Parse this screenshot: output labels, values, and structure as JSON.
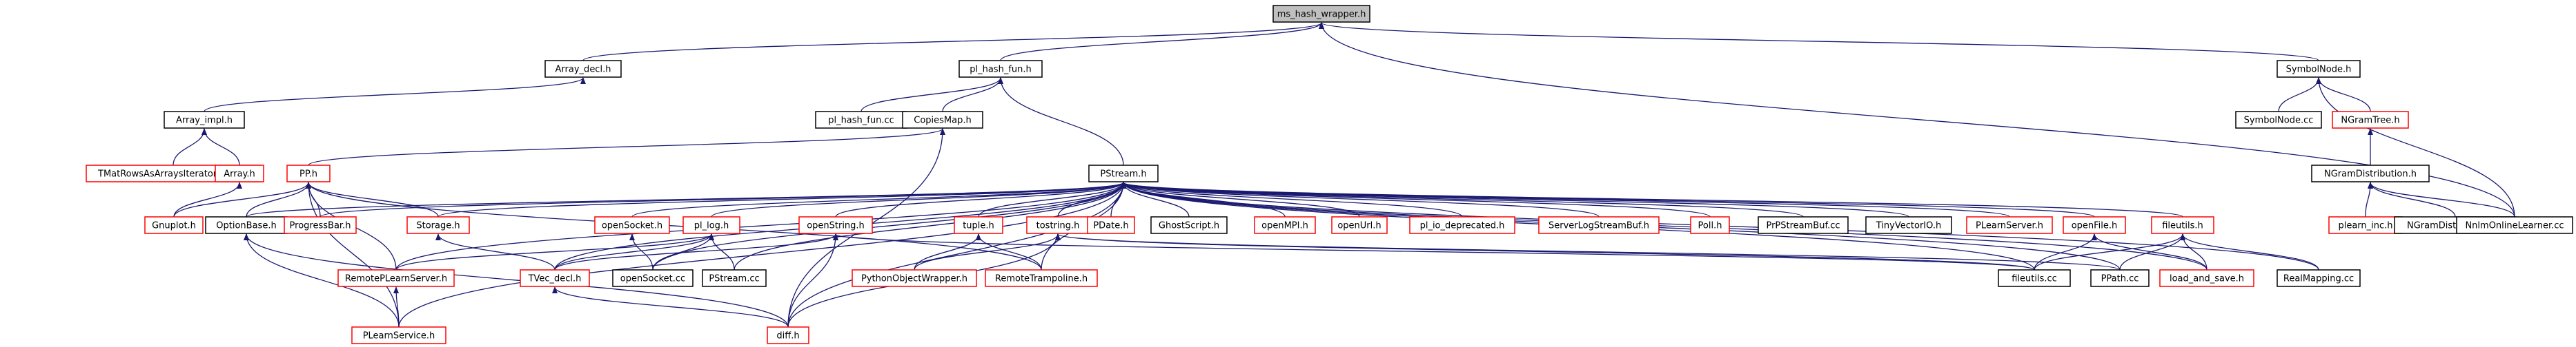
{
  "graph": {
    "colors": {
      "edge": "#191970",
      "root_fill": "#bfbfbf",
      "red_border": "#ff0000",
      "black_border": "#000000"
    },
    "nodes": [
      {
        "id": "ms_hash_wrapper",
        "label": "ms_hash_wrapper.h",
        "border": "black",
        "root": true
      },
      {
        "id": "Array_decl",
        "label": "Array_decl.h",
        "border": "black"
      },
      {
        "id": "pl_hash_fun",
        "label": "pl_hash_fun.h",
        "border": "black"
      },
      {
        "id": "SymbolNode",
        "label": "SymbolNode.h",
        "border": "black"
      },
      {
        "id": "Array_impl",
        "label": "Array_impl.h",
        "border": "black"
      },
      {
        "id": "pl_hash_fun_cc",
        "label": "pl_hash_fun.cc",
        "border": "black"
      },
      {
        "id": "CopiesMap",
        "label": "CopiesMap.h",
        "border": "black"
      },
      {
        "id": "SymbolNode_cc",
        "label": "SymbolNode.cc",
        "border": "black"
      },
      {
        "id": "NGramTree",
        "label": "NGramTree.h",
        "border": "red"
      },
      {
        "id": "TMat",
        "label": "TMatRowsAsArraysIterator_decl.h",
        "border": "red"
      },
      {
        "id": "Array",
        "label": "Array.h",
        "border": "red"
      },
      {
        "id": "PP",
        "label": "PP.h",
        "border": "red"
      },
      {
        "id": "PStream",
        "label": "PStream.h",
        "border": "black"
      },
      {
        "id": "NGramDistribution",
        "label": "NGramDistribution.h",
        "border": "black"
      },
      {
        "id": "Gnuplot",
        "label": "Gnuplot.h",
        "border": "red"
      },
      {
        "id": "OptionBase",
        "label": "OptionBase.h",
        "border": "black"
      },
      {
        "id": "ProgressBar",
        "label": "ProgressBar.h",
        "border": "red"
      },
      {
        "id": "Storage",
        "label": "Storage.h",
        "border": "red"
      },
      {
        "id": "openSocket_h",
        "label": "openSocket.h",
        "border": "red"
      },
      {
        "id": "pl_log",
        "label": "pl_log.h",
        "border": "red"
      },
      {
        "id": "openString",
        "label": "openString.h",
        "border": "red"
      },
      {
        "id": "tuple",
        "label": "tuple.h",
        "border": "red"
      },
      {
        "id": "tostring",
        "label": "tostring.h",
        "border": "red"
      },
      {
        "id": "PDate",
        "label": "PDate.h",
        "border": "red"
      },
      {
        "id": "GhostScript",
        "label": "GhostScript.h",
        "border": "black"
      },
      {
        "id": "openMPI",
        "label": "openMPI.h",
        "border": "red"
      },
      {
        "id": "openUrl",
        "label": "openUrl.h",
        "border": "red"
      },
      {
        "id": "pl_io_deprecated",
        "label": "pl_io_deprecated.h",
        "border": "red"
      },
      {
        "id": "ServerLogStreamBuf",
        "label": "ServerLogStreamBuf.h",
        "border": "red"
      },
      {
        "id": "Poll",
        "label": "Poll.h",
        "border": "red"
      },
      {
        "id": "PrPStreamBuf",
        "label": "PrPStreamBuf.cc",
        "border": "black"
      },
      {
        "id": "TinyVectorIO",
        "label": "TinyVectorIO.h",
        "border": "black"
      },
      {
        "id": "PLearnServer",
        "label": "PLearnServer.h",
        "border": "red"
      },
      {
        "id": "openFile",
        "label": "openFile.h",
        "border": "red"
      },
      {
        "id": "fileutils_h",
        "label": "fileutils.h",
        "border": "red"
      },
      {
        "id": "plearn_inc",
        "label": "plearn_inc.h",
        "border": "red"
      },
      {
        "id": "NGramDistribution_cc",
        "label": "NGramDistribution.cc",
        "border": "black"
      },
      {
        "id": "NnlmOnlineLearner",
        "label": "NnlmOnlineLearner.cc",
        "border": "black"
      },
      {
        "id": "RemotePLearnServer",
        "label": "RemotePLearnServer.h",
        "border": "red"
      },
      {
        "id": "TVec_decl",
        "label": "TVec_decl.h",
        "border": "red"
      },
      {
        "id": "openSocket_cc",
        "label": "openSocket.cc",
        "border": "black"
      },
      {
        "id": "PStream_cc",
        "label": "PStream.cc",
        "border": "black"
      },
      {
        "id": "PythonObjectWrapper",
        "label": "PythonObjectWrapper.h",
        "border": "red"
      },
      {
        "id": "RemoteTrampoline",
        "label": "RemoteTrampoline.h",
        "border": "red"
      },
      {
        "id": "fileutils_cc",
        "label": "fileutils.cc",
        "border": "black"
      },
      {
        "id": "PPath_cc",
        "label": "PPath.cc",
        "border": "black"
      },
      {
        "id": "load_and_save",
        "label": "load_and_save.h",
        "border": "red"
      },
      {
        "id": "RealMapping_cc",
        "label": "RealMapping.cc",
        "border": "black"
      },
      {
        "id": "PLearnService",
        "label": "PLearnService.h",
        "border": "red"
      },
      {
        "id": "diff",
        "label": "diff.h",
        "border": "red"
      }
    ]
  }
}
